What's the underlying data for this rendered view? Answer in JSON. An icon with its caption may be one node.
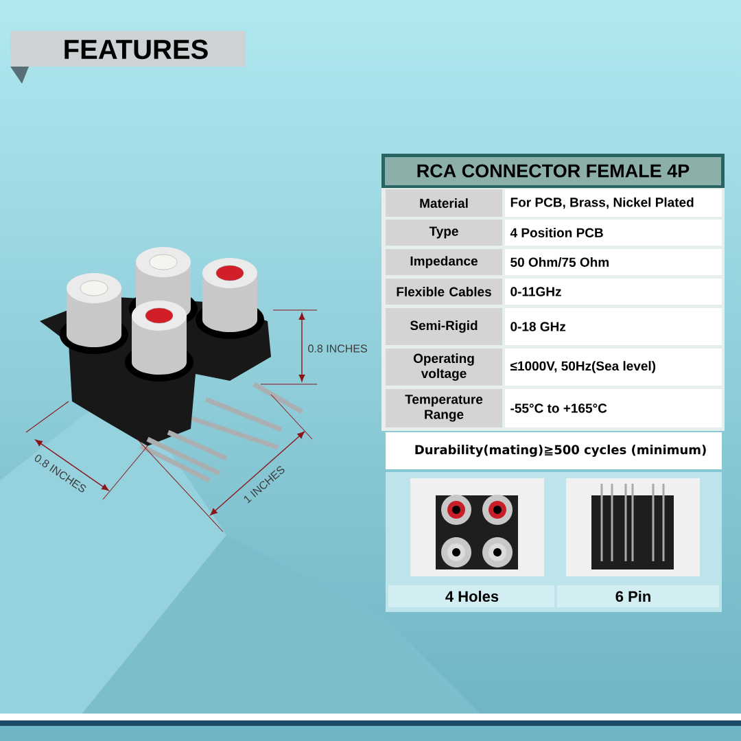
{
  "diagram": {
    "title": "FEATURES",
    "labels": [
      "0.8 INCHES",
      "RCA CONNECTOR FEMALE 4P",
      "Material",
      "For PCB, Brass, Nickel Plated",
      "Type",
      "4 Position PCB",
      "Impedance",
      "50 Ohm/75 Ohm",
      "Flexible Cables",
      "0-11GHz",
      "Semi-Rigid",
      "0-18 GHz",
      "Operating voltage",
      "≤1000V, 50Hz(Sea level)",
      "Temperature Range",
      "-55°C to +165°C",
      "0.8 INCHES",
      "1 INCHES",
      "Durability(mating)≧500 cycles (minimum)",
      "4 Holes",
      "6 Pin"
    ]
  }
}
